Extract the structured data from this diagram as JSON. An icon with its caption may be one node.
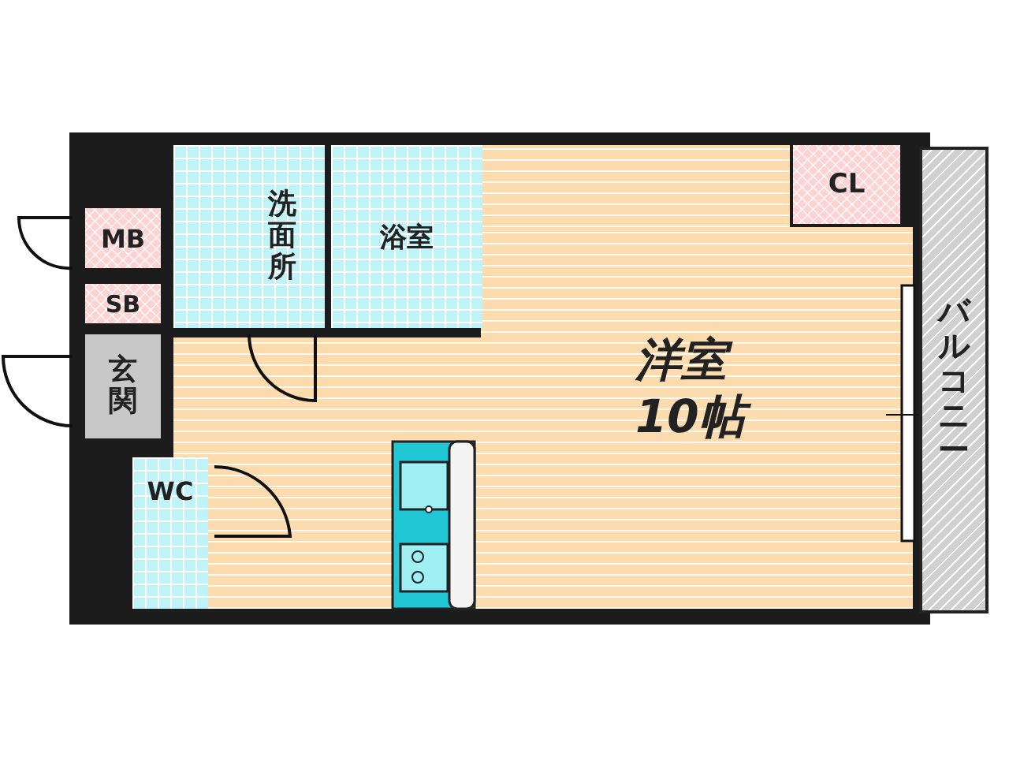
{
  "diagram": {
    "nodes": [
      {
        "text": [
          "洗面所"
        ]
      },
      {
        "text": [
          "浴室"
        ]
      },
      {
        "text": [
          "CL"
        ]
      },
      {
        "text": [
          "MB"
        ]
      },
      {
        "text": [
          "SB"
        ]
      },
      {
        "text": [
          "玄関"
        ]
      },
      {
        "text": [
          "洋室",
          "10帖"
        ]
      },
      {
        "text": [
          "バルコニー"
        ]
      },
      {
        "text": [
          "WC"
        ]
      }
    ]
  }
}
